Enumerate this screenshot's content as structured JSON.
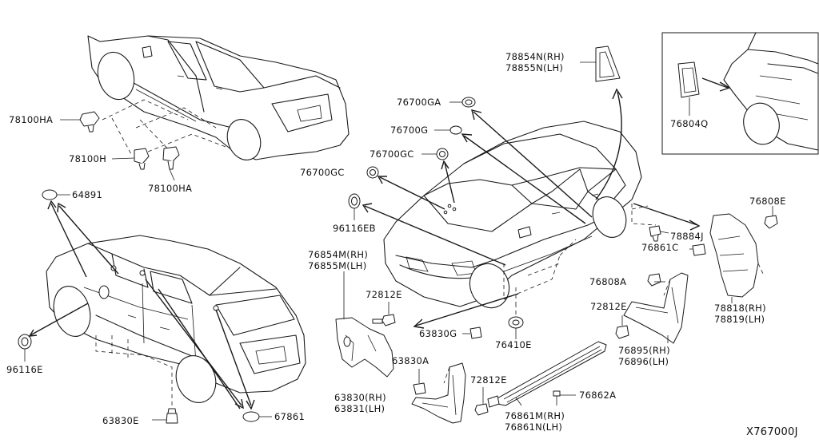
{
  "labels": {
    "p78100HA_top": "78100HA",
    "p78100H": "78100H",
    "p78100HA_bottom": "78100HA",
    "p64891": "64891",
    "p96116E": "96116E",
    "p63830E": "63830E",
    "p67861": "67861",
    "p76700GA": "76700GA",
    "p76700G": "76700G",
    "p76700GC_upper": "76700GC",
    "p76700GC_lower": "76700GC",
    "p96116EB": "96116EB",
    "p78854N_RH": "78854N(RH)",
    "p78855N_LH": "78855N(LH)",
    "p76804Q": "76804Q",
    "p76808E": "76808E",
    "p78884J": "78884J",
    "p76861C": "76861C",
    "p76808A": "76808A",
    "p78818_RH": "78818(RH)",
    "p78819_LH": "78819(LH)",
    "p76854M_RH": "76854M(RH)",
    "p76855M_LH": "76855M(LH)",
    "p72812E_left": "72812E",
    "p72812E_mid": "72812E",
    "p72812E_bottom": "72812E",
    "p63830G": "63830G",
    "p76410E": "76410E",
    "p63830A": "63830A",
    "p63830_RH": "63830(RH)",
    "p63831_LH": "63831(LH)",
    "p76895_RH": "76895(RH)",
    "p76896_LH": "76896(LH)",
    "p76862A": "76862A",
    "p76861M_RH": "76861M(RH)",
    "p76861N_LH": "76861N(LH)",
    "diagram_code": "X767000J"
  }
}
